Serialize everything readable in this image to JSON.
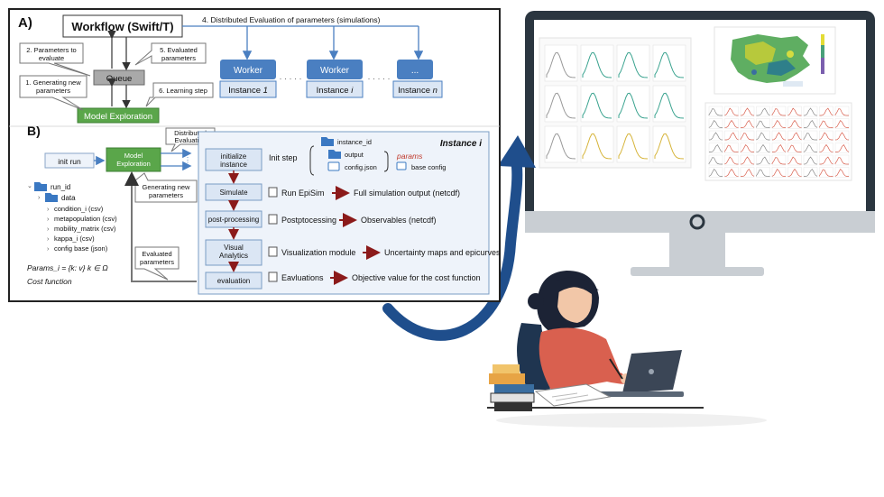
{
  "panel_a": {
    "label": "A)",
    "workflow_title": "Workflow (Swift/T)",
    "distributed_eval": "4. Distributed Evaluation of parameters (simulations)",
    "params_to_evaluate": [
      "2. Parameters to",
      "evaluate"
    ],
    "evaluated_params": [
      "5. Evaluated",
      "parameters"
    ],
    "queue": "Queue",
    "generating_new": [
      "1. Generating new",
      "parameters"
    ],
    "learning_step": "6. Learning step",
    "model_exploration": "Model Exploration",
    "workers": [
      {
        "worker": "Worker",
        "instance_prefix": "Instance ",
        "instance_var": "1"
      },
      {
        "worker": "Worker",
        "instance_prefix": "Instance ",
        "instance_var": "i"
      },
      {
        "worker": "...",
        "instance_prefix": "Instance ",
        "instance_var": "n"
      }
    ],
    "ellipsis": "· · · · ·"
  },
  "panel_b": {
    "label": "B)",
    "init_run": "init run",
    "model_exploration": [
      "Model",
      "Exploration"
    ],
    "distributed_evaluation": [
      "Distributed",
      "Evaluation"
    ],
    "generating_new": [
      "Generating new",
      "parameters"
    ],
    "evaluated_params": [
      "Evaluated",
      "parameters"
    ],
    "tree": {
      "root": "run_id",
      "data": "data",
      "items": [
        "condition_i (csv)",
        "metapopulation (csv)",
        "mobility_matrix (csv)",
        "kappa_i (csv)",
        "config base (json)"
      ]
    },
    "params_formula": "Params_i = {k: v} k ∈ Ω",
    "cost_function": "Cost function",
    "instance_title": "Instance i",
    "steps": [
      "initialize instance",
      "Simulate",
      "post-processing",
      "Visual Analytics",
      "evaluation"
    ],
    "init_step": "Init step",
    "instance_files": [
      "instance_id",
      "output",
      "config.json"
    ],
    "params_label": "params",
    "base_config": "base config",
    "run_epism": "Run EpiSim",
    "full_output": "Full simulation output  (netcdf)",
    "postprocessing": "Postptocessing",
    "observables": "Observables  (netcdf)",
    "viz_module": "Visualization module",
    "uncertainty": "Uncertainty maps and epicurves",
    "evaluations": "Eavluations",
    "objective": "Objective value for the cost function"
  },
  "colors": {
    "worker_blue": "#4a7fc1",
    "instance_bg": "#dbe6f4",
    "model_green": "#5aa64a",
    "queue_gray": "#a9a9a9",
    "flow_arrow": "#1f4e8c",
    "dark_red": "#8b1a1a",
    "panel_b_bg": "#eef3fa"
  }
}
